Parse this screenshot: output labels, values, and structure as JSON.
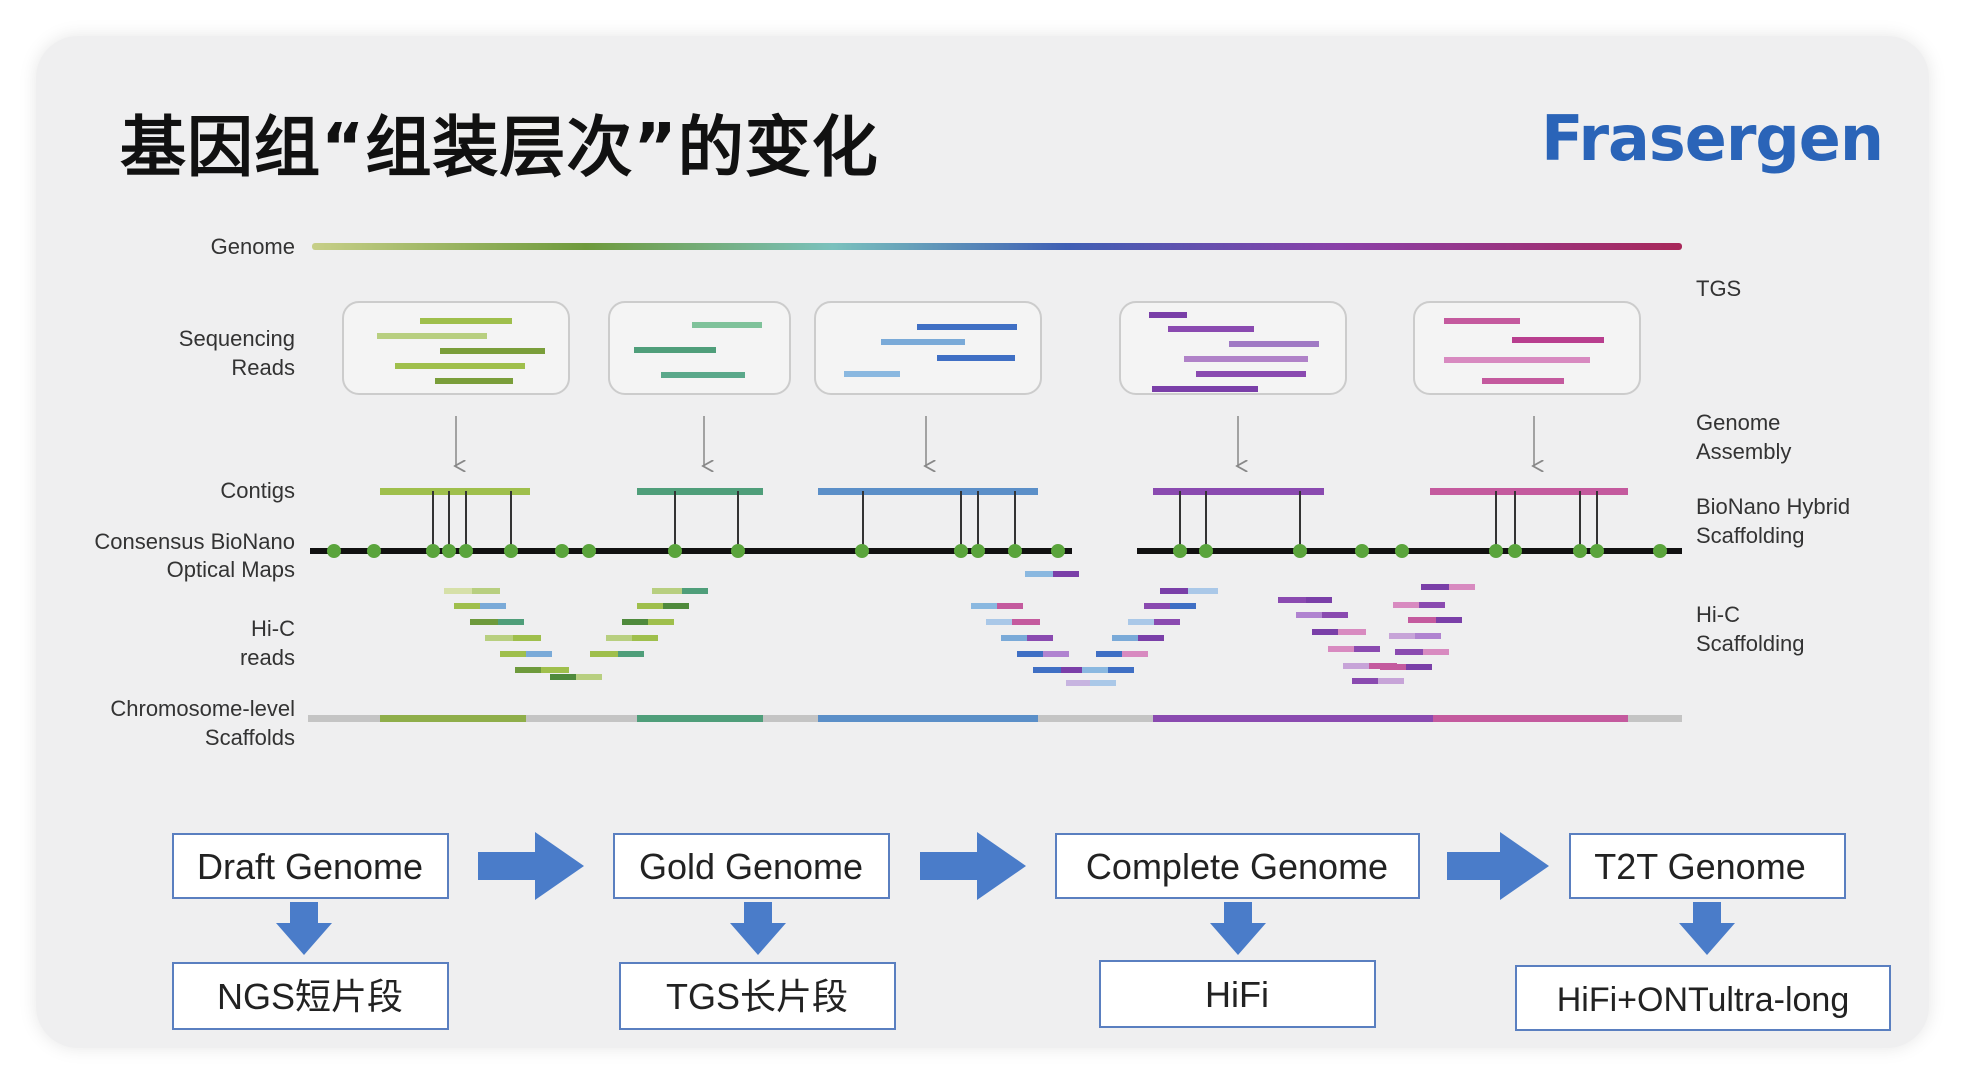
{
  "slide": {
    "title": "基因组“组装层次”的变化",
    "logo": "Frasergen"
  },
  "diagram": {
    "left_labels": {
      "genome": "Genome",
      "seq_reads_1": "Sequencing",
      "seq_reads_2": "Reads",
      "contigs": "Contigs",
      "bionano_1": "Consensus BioNano",
      "bionano_2": "Optical Maps",
      "hic_1": "Hi-C",
      "hic_2": "reads",
      "chrom_1": "Chromosome-level",
      "chrom_2": "Scaffolds"
    },
    "right_labels": {
      "tgs": "TGS",
      "assembly_1": "Genome",
      "assembly_2": "Assembly",
      "bionano_hybrid_1": "BioNano Hybrid",
      "bionano_hybrid_2": "Scaffolding",
      "hic_scaf_1": "Hi-C",
      "hic_scaf_2": "Scaffolding"
    },
    "colors": {
      "segment1": "#9fbf4c",
      "segment2": "#4f9e7a",
      "segment3": "#5b8fc8",
      "segment4": "#8a4ab0",
      "segment5": "#c45a9e",
      "optical_map": "#111111",
      "optical_site": "#5aa43c",
      "scaffold_gap": "#c4c4c4"
    }
  },
  "flow": {
    "stages": [
      "Draft Genome",
      "Gold Genome",
      "Complete Genome",
      "T2T Genome"
    ],
    "technologies": [
      "NGS短片段",
      "TGS长片段",
      "HiFi",
      "HiFi+ONTultra-long"
    ],
    "arrow_color": "#4a7cc9",
    "box_border": "#5a7fc0"
  }
}
